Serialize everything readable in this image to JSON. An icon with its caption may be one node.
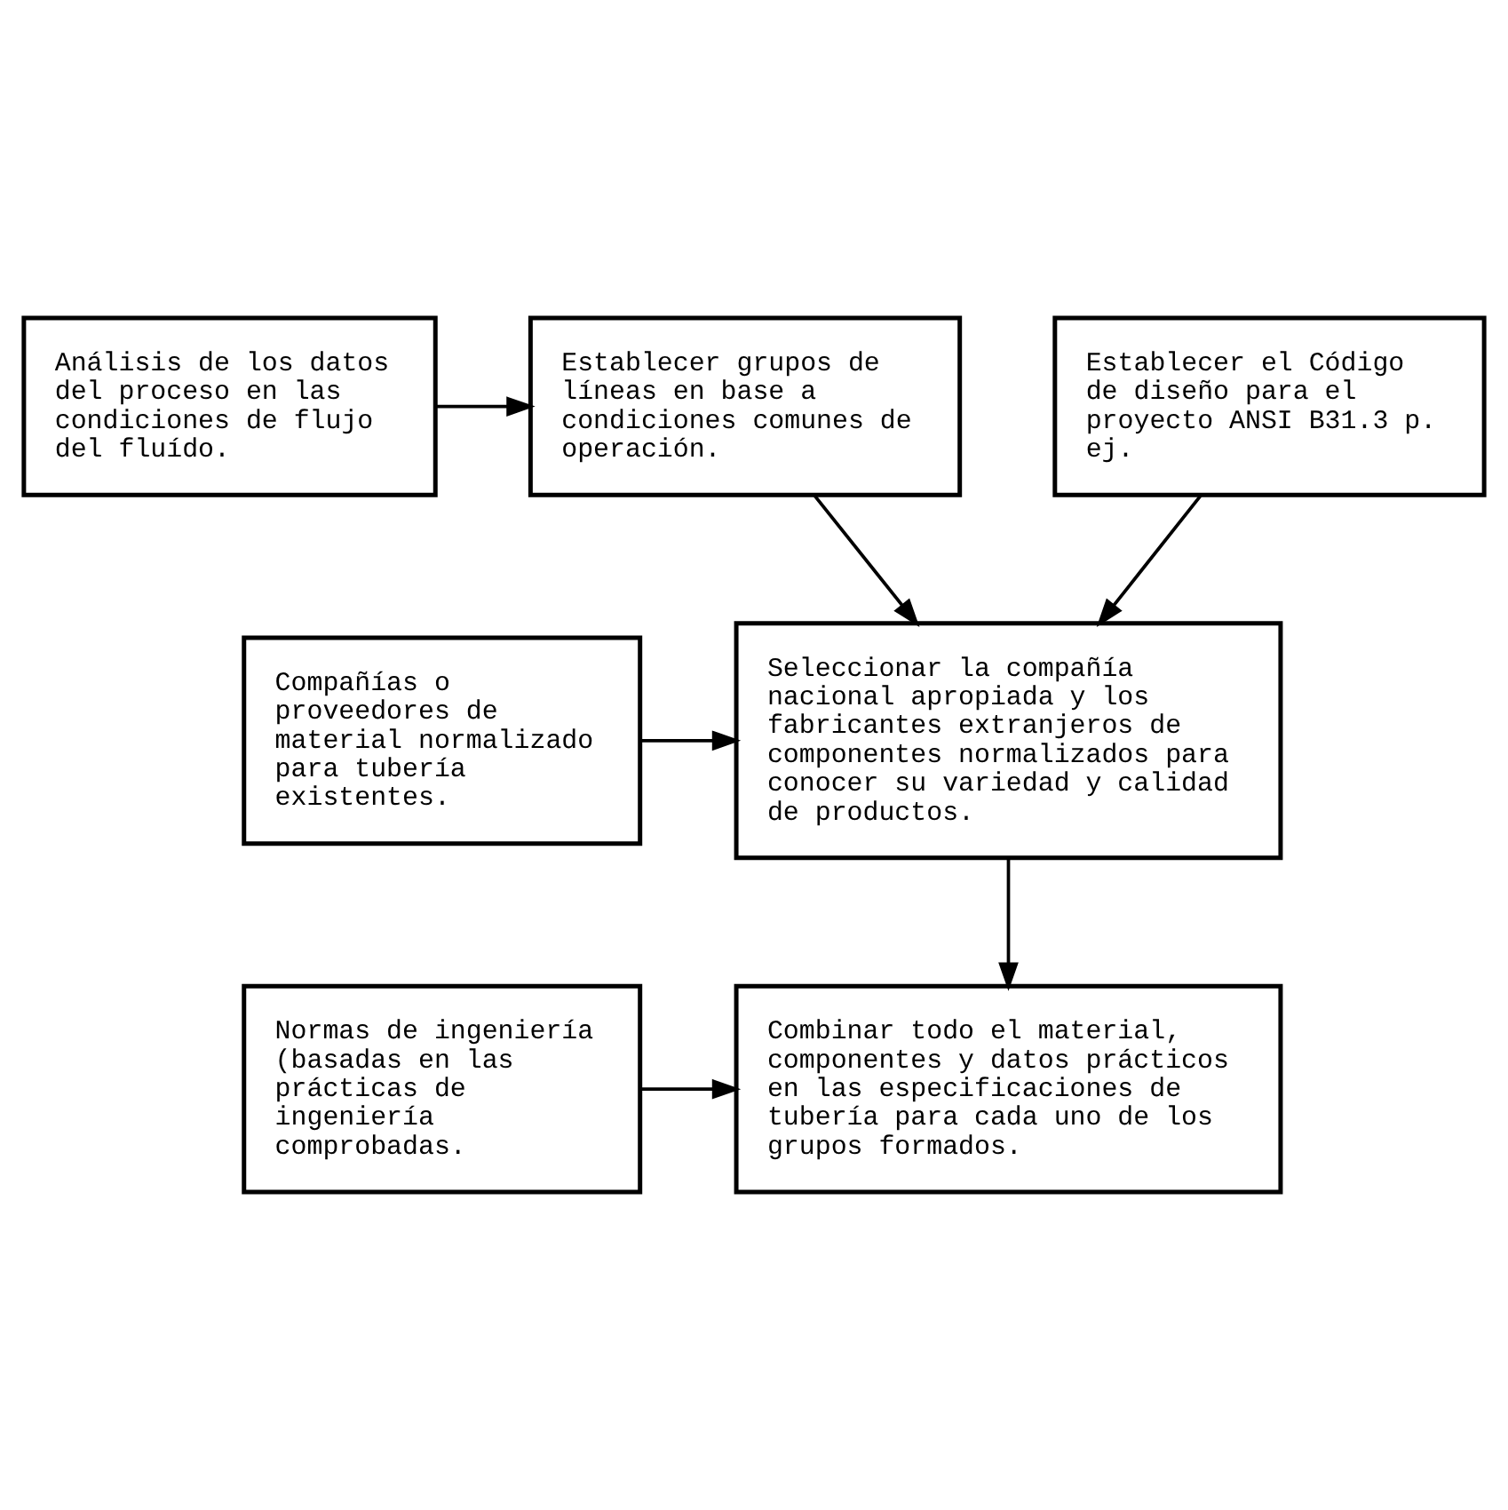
{
  "diagram": {
    "nodes": [
      {
        "text": [
          "Análisis de los datos del proceso en las condiciones de flujo del fluído."
        ]
      },
      {
        "text": [
          "Establecer grupos de líneas en base a condiciones comunes de operación."
        ]
      },
      {
        "text": [
          "Establecer el Código de diseño para el proyecto ANSI B31.3 p. ej."
        ]
      },
      {
        "text": [
          "Seleccionar la compañía nacional apropiada y los fabricantes extranjeros de componentes normalizados para conocer su variedad y calidad de productos."
        ]
      },
      {
        "text": [
          "Compañías o proveedores de material normalizado para tubería existentes."
        ]
      },
      {
        "text": [
          "Combinar todo el material, componentes y datos prácticos en las especificaciones de tubería para cada uno de los grupos formados."
        ]
      },
      {
        "text": [
          "Normas de ingeniería (basadas en las prácticas de ingeniería comprobadas."
        ]
      }
    ],
    "edges": [
      {
        "from": 0,
        "to": 1,
        "arrow": "to"
      },
      {
        "from": 1,
        "to": 3,
        "arrow": "to"
      },
      {
        "from": 2,
        "to": 3,
        "arrow": "to"
      },
      {
        "from": 4,
        "to": 3,
        "arrow": "to"
      },
      {
        "from": 3,
        "to": 5,
        "arrow": "to"
      },
      {
        "from": 6,
        "to": 5,
        "arrow": "to"
      }
    ]
  }
}
